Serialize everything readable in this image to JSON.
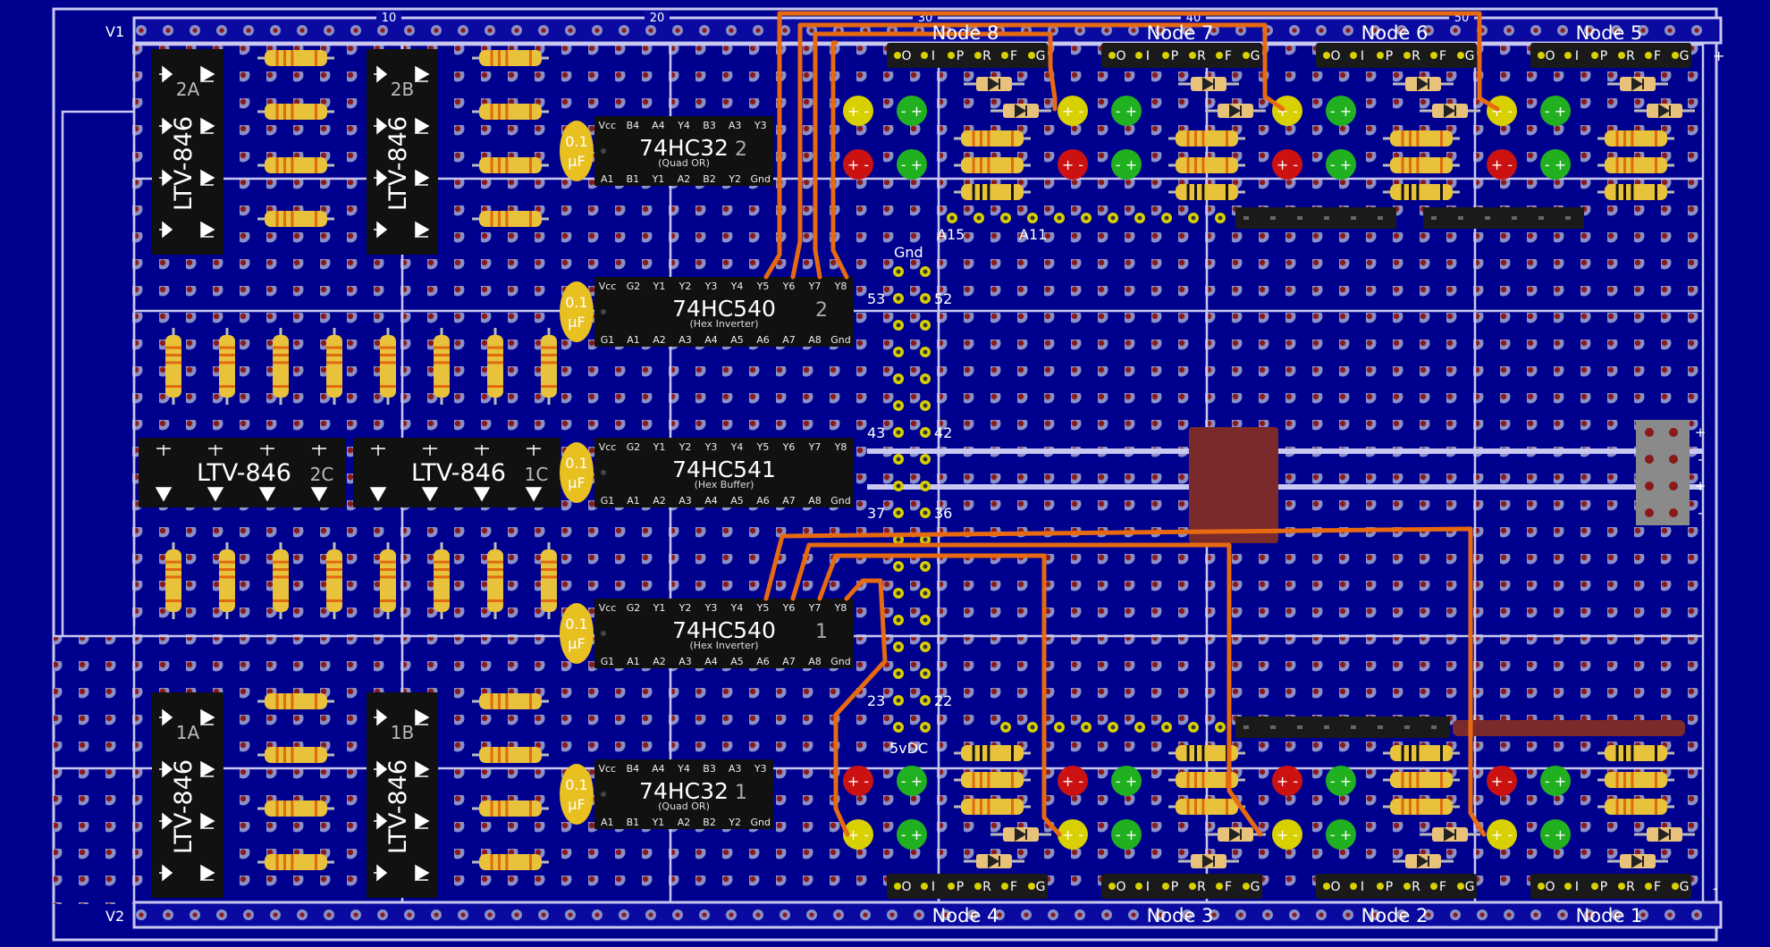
{
  "rails": {
    "top": "V1",
    "bottom": "V2",
    "scale": [
      "10",
      "20",
      "30",
      "40",
      "50"
    ]
  },
  "nodes_top": [
    "Node 8",
    "Node 7",
    "Node 6",
    "Node 5"
  ],
  "nodes_bottom": [
    "Node 4",
    "Node 3",
    "Node 2",
    "Node 1"
  ],
  "header_pins": [
    "O",
    "I",
    "P",
    "R",
    "F",
    "G"
  ],
  "optos": [
    {
      "name": "LTV-846",
      "tag": "2A"
    },
    {
      "name": "LTV-846",
      "tag": "2B"
    },
    {
      "name": "LTV-846",
      "tag": "2C"
    },
    {
      "name": "LTV-846",
      "tag": "1C"
    },
    {
      "name": "LTV-846",
      "tag": "1A"
    },
    {
      "name": "LTV-846",
      "tag": "1B"
    }
  ],
  "cap": {
    "value": "0.1",
    "unit": "µF"
  },
  "chips": [
    {
      "part": "74HC32",
      "sub": "(Quad OR)",
      "num": "2",
      "top": [
        "Vcc",
        "B4",
        "A4",
        "Y4",
        "B3",
        "A3",
        "Y3"
      ],
      "bottom": [
        "A1",
        "B1",
        "Y1",
        "A2",
        "B2",
        "Y2",
        "Gnd"
      ]
    },
    {
      "part": "74HC540",
      "sub": "(Hex Inverter)",
      "num": "2",
      "top": [
        "Vcc",
        "G2",
        "Y1",
        "Y2",
        "Y3",
        "Y4",
        "Y5",
        "Y6",
        "Y7",
        "Y8"
      ],
      "bottom": [
        "G1",
        "A1",
        "A2",
        "A3",
        "A4",
        "A5",
        "A6",
        "A7",
        "A8",
        "Gnd"
      ]
    },
    {
      "part": "74HC541",
      "sub": "(Hex Buffer)",
      "num": "",
      "top": [
        "Vcc",
        "G2",
        "Y1",
        "Y2",
        "Y3",
        "Y4",
        "Y5",
        "Y6",
        "Y7",
        "Y8"
      ],
      "bottom": [
        "G1",
        "A1",
        "A2",
        "A3",
        "A4",
        "A5",
        "A6",
        "A7",
        "A8",
        "Gnd"
      ]
    },
    {
      "part": "74HC540",
      "sub": "(Hex Inverter)",
      "num": "1",
      "top": [
        "Vcc",
        "G2",
        "Y1",
        "Y2",
        "Y3",
        "Y4",
        "Y5",
        "Y6",
        "Y7",
        "Y8"
      ],
      "bottom": [
        "G1",
        "A1",
        "A2",
        "A3",
        "A4",
        "A5",
        "A6",
        "A7",
        "A8",
        "Gnd"
      ]
    },
    {
      "part": "74HC32",
      "sub": "(Quad OR)",
      "num": "1",
      "top": [
        "Vcc",
        "B4",
        "A4",
        "Y4",
        "B3",
        "A3",
        "Y3"
      ],
      "bottom": [
        "A1",
        "B1",
        "Y1",
        "A2",
        "B2",
        "Y2",
        "Gnd"
      ]
    }
  ],
  "connector_labels": {
    "a15": "A15",
    "a11": "A11",
    "gnd": "Gnd",
    "vdc": "5vDC"
  },
  "pin_numbers": [
    "53",
    "52",
    "43",
    "42",
    "37",
    "36",
    "23",
    "22"
  ],
  "power_terminals": [
    "+",
    "-",
    "+",
    "-"
  ],
  "rail_marks": {
    "plus": "+",
    "minus": "-"
  },
  "colors": {
    "board": "#00008f",
    "trace": "#e86a10",
    "chip": "#111111",
    "resistor": "#e8c23a",
    "cap": "#e8c020",
    "led_red": "#cc1111",
    "led_green": "#20b020",
    "led_yellow": "#d8d000",
    "relay": "#7a2a2a"
  }
}
